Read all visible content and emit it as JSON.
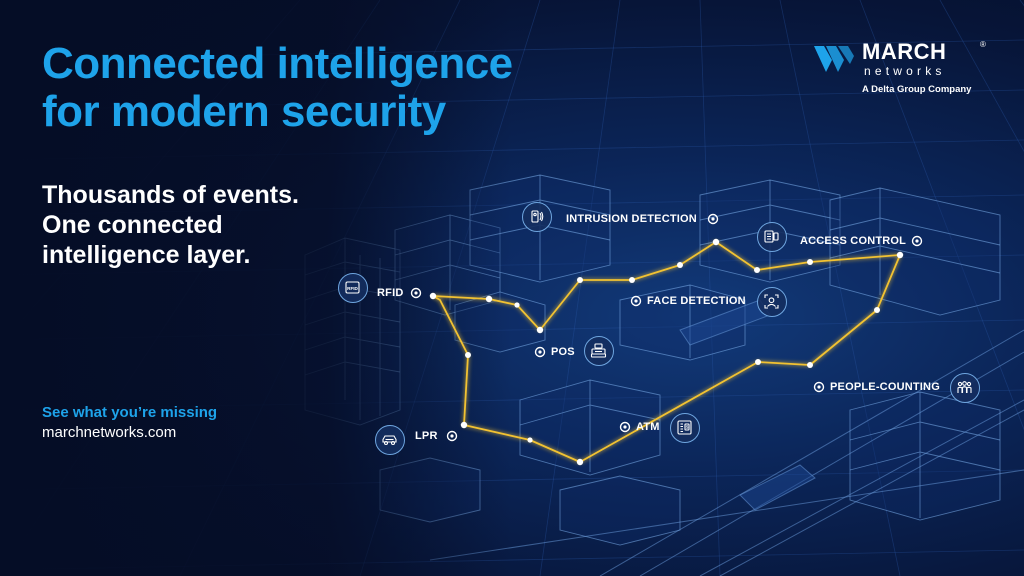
{
  "headline": {
    "line1": "Connected intelligence",
    "line2": "for modern security"
  },
  "subhead": {
    "line1": "Thousands of events.",
    "line2": "One connected",
    "line3": "intelligence layer."
  },
  "cta": {
    "text": "See what you’re missing",
    "url": "marchnetworks.com"
  },
  "logo": {
    "name": "MARCH",
    "registered": "®",
    "sub": "networks",
    "tagline": "A Delta Group Company"
  },
  "labels": {
    "intrusion": "INTRUSION DETECTION",
    "access": "ACCESS CONTROL",
    "rfid": "RFID",
    "face": "FACE DETECTION",
    "pos": "POS",
    "people": "PEOPLE-COUNTING",
    "lpr": "LPR",
    "atm": "ATM"
  },
  "icons": {
    "rfid": "rfid-tag-icon",
    "intrusion": "motion-sensor-icon",
    "access": "keypad-reader-icon",
    "face": "face-scan-icon",
    "pos": "cash-register-icon",
    "people": "people-group-icon",
    "lpr": "car-icon",
    "atm": "atm-machine-icon"
  },
  "colors": {
    "headline": "#1ea3ea",
    "route": "#f2c230",
    "background": "#071538",
    "text": "#ffffff"
  }
}
